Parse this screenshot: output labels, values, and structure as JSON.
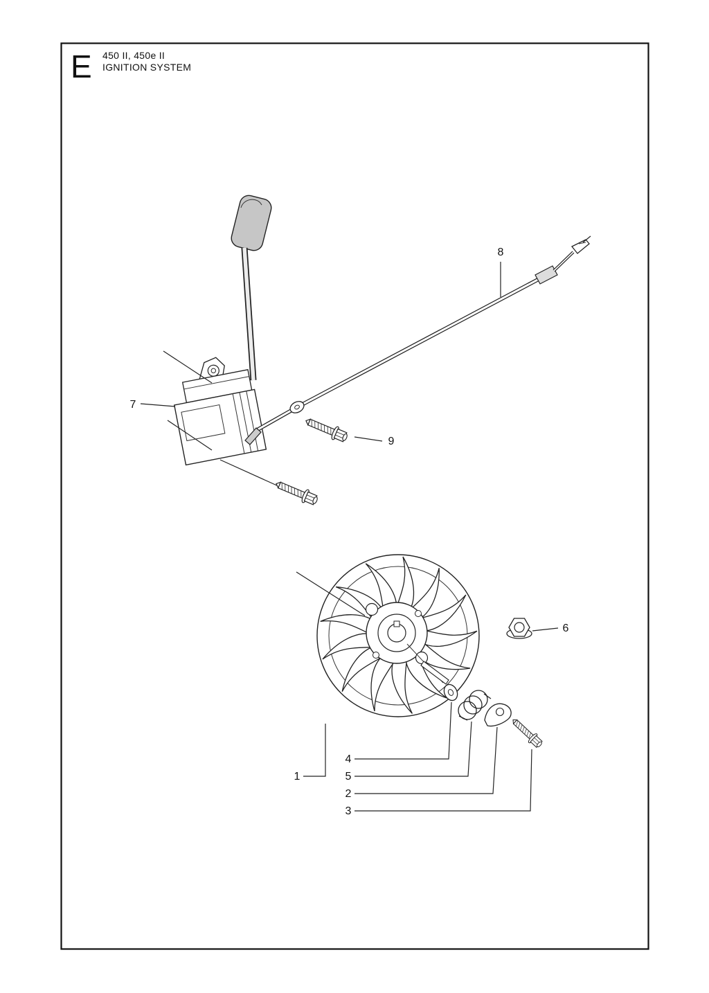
{
  "page": {
    "section_letter": "E",
    "models": "450 II, 450e II",
    "section_title": "IGNITION SYSTEM"
  },
  "callouts": [
    "1",
    "2",
    "3",
    "4",
    "5",
    "6",
    "7",
    "8",
    "9"
  ]
}
